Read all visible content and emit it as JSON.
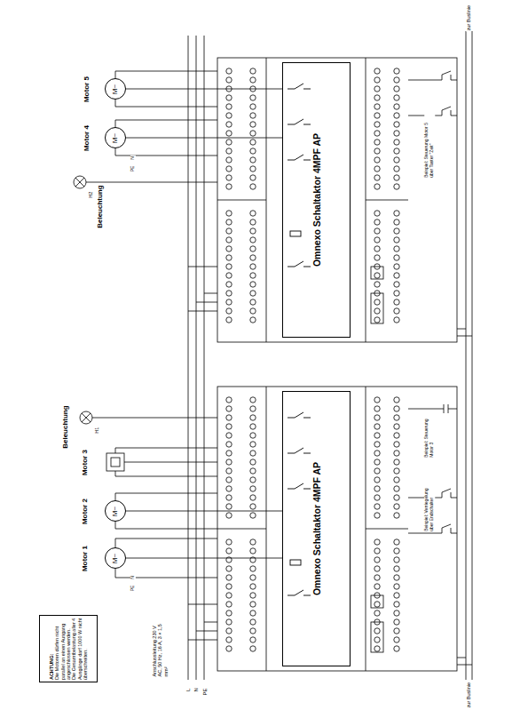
{
  "diagram": {
    "nodes": [
      {
        "text": [
          "ACHTUNG:",
          "Die Motoren dürfen nicht parallel an einen Ausgang angeschlossen werden.",
          "Die Gesamtbelastung aller 4 Ausgänge darf 1000 W nicht überschreiten."
        ]
      },
      {
        "text": [
          "Omnexo Schaltaktor 4MPF AP"
        ]
      },
      {
        "text": [
          "M~"
        ]
      },
      {
        "text": [
          "M~"
        ]
      },
      {
        "text": [
          "Omnexo Schaltaktor 4MPF AP"
        ]
      },
      {
        "text": [
          "M~"
        ]
      },
      {
        "text": [
          "M~"
        ]
      }
    ],
    "edges": [
      {
        "from": 2,
        "to": 1,
        "arrow": "none"
      },
      {
        "from": 3,
        "to": 1,
        "arrow": "none"
      },
      {
        "from": 5,
        "to": 4,
        "arrow": "none"
      },
      {
        "from": 6,
        "to": 4,
        "arrow": "none"
      }
    ],
    "labels": [
      "Motor 1",
      "Motor 2",
      "Motor 3",
      "Beleuchtung",
      "Motor 4",
      "Motor 5",
      "Beleuchtung",
      "H1",
      "H2",
      "L",
      "N",
      "PE",
      "Anschlussleitung 230 V AC, 50 Hz, 16 A, 3 × 1,5 mm²",
      "Beispiel: Verriegelung über Endschalter",
      "Beispiel: Steuerung Motor 3",
      "Beispiel: Steuerung Motor 5 über Taster \"Zeit\"",
      "zur Buslinie",
      "zur Buslinie",
      "N",
      "PE",
      "N",
      "PE"
    ]
  }
}
